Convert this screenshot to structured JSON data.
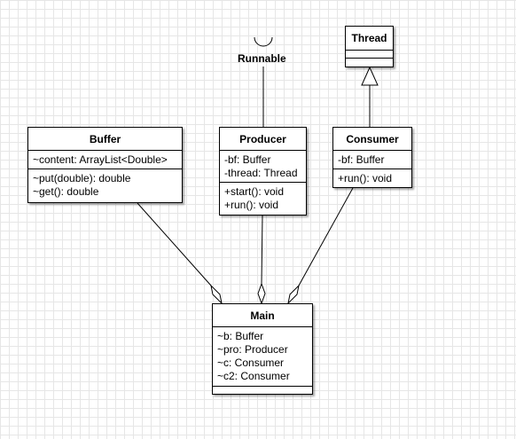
{
  "interface_label": "Runnable",
  "classes": {
    "thread": {
      "name": "Thread",
      "attributes": [],
      "methods": []
    },
    "buffer": {
      "name": "Buffer",
      "attributes": [
        "~content: ArrayList<Double>"
      ],
      "methods": [
        "~put(double): double",
        "~get(): double"
      ]
    },
    "producer": {
      "name": "Producer",
      "attributes": [
        "-bf: Buffer",
        "-thread: Thread"
      ],
      "methods": [
        "+start(): void",
        "+run(): void"
      ]
    },
    "consumer": {
      "name": "Consumer",
      "attributes": [
        "-bf: Buffer"
      ],
      "methods": [
        "+run(): void"
      ]
    },
    "main": {
      "name": "Main",
      "attributes": [
        "~b: Buffer",
        "~pro: Producer",
        "~c: Consumer",
        "~c2: Consumer"
      ],
      "methods": []
    }
  },
  "relations": [
    {
      "type": "realization-lollipop",
      "from": "producer",
      "to": "Runnable"
    },
    {
      "type": "generalization",
      "from": "consumer",
      "to": "thread"
    },
    {
      "type": "aggregation",
      "from": "buffer",
      "to": "main"
    },
    {
      "type": "aggregation",
      "from": "producer",
      "to": "main"
    },
    {
      "type": "aggregation",
      "from": "consumer",
      "to": "main"
    }
  ],
  "colors": {
    "line": "#000000",
    "fill": "#ffffff",
    "grid": "#e6e6e6"
  }
}
